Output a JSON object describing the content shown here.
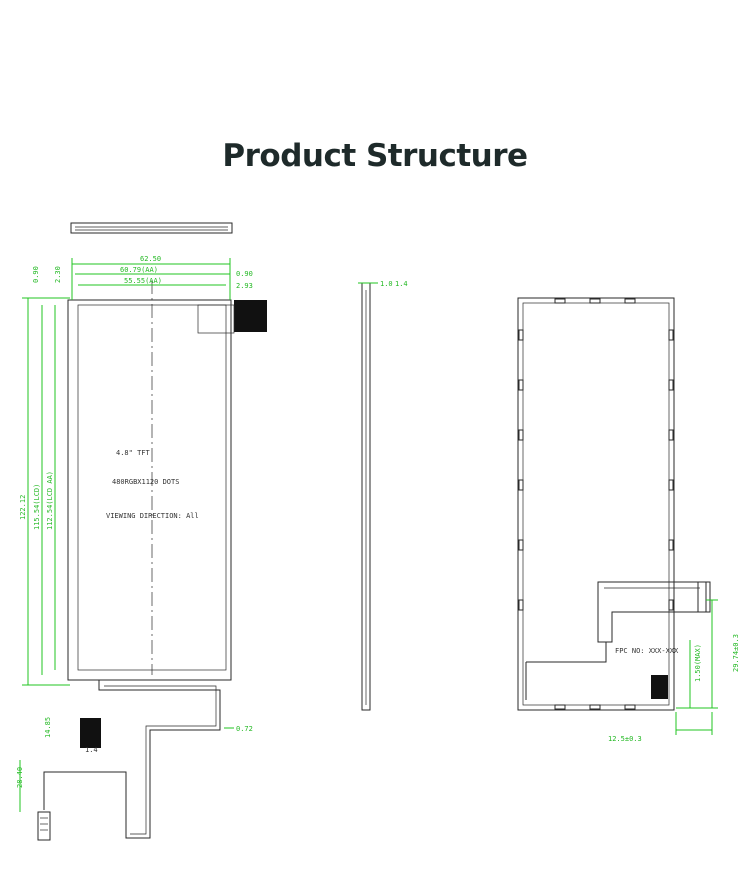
{
  "title": "Product Structure",
  "front_view": {
    "text_lines": [
      "4.8\" TFT",
      "480RGBX1120 DOTS",
      "VIEWING DIRECTION: All"
    ],
    "top_dims": [
      "62.50",
      "60.79(AA)",
      "55.55(AA)",
      "0.90",
      "2.93"
    ],
    "left_dims": [
      "0.90",
      "2.30",
      "122.12",
      "115.54(LCD)",
      "112.54(LCD AA)",
      "14.85",
      "28.40"
    ],
    "bottom_dim": "0.72",
    "connector_label": "1.4"
  },
  "side_view": {
    "dims": [
      "1.0",
      "1.4"
    ]
  },
  "back_view": {
    "fpc_label": "FPC NO: XXX-XXX",
    "dims": [
      "29.74±0.3",
      "12.5±0.3",
      "1.50(MAX)"
    ]
  }
}
